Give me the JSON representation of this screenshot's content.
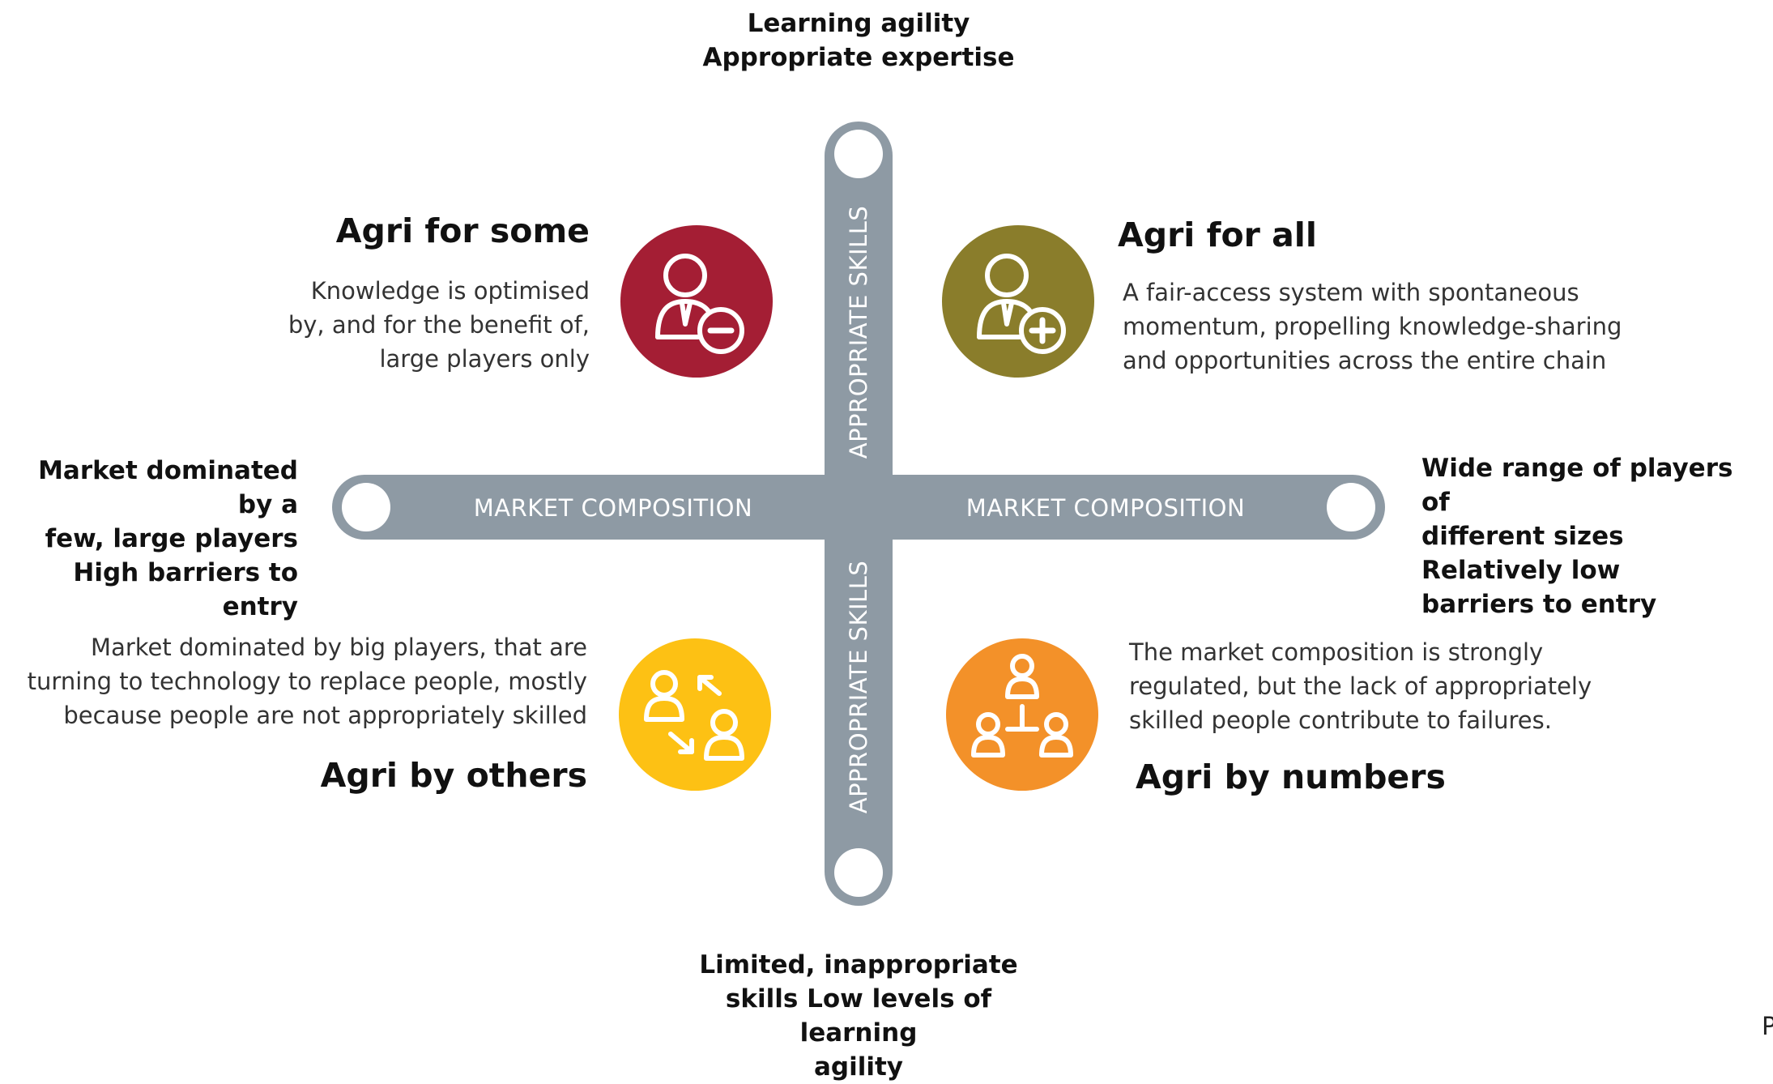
{
  "colors": {
    "axis": "#8e9aa4",
    "axis_end_ring": "#8e9aa4",
    "agri_for_some": "#a41e34",
    "agri_for_all": "#8a7d2b",
    "agri_by_others": "#fdc114",
    "agri_by_numbers": "#f39129",
    "icon": "#ffffff"
  },
  "axes": {
    "vertical_label": "APPROPRIATE SKILLS",
    "horizontal_label": "MARKET COMPOSITION",
    "top_end": [
      "Learning agility",
      "Appropriate expertise"
    ],
    "bottom_end": [
      "Limited, inappropriate",
      "skills Low levels of learning",
      "agility"
    ],
    "left_end": [
      "Market dominated by a",
      "few, large players",
      "High barriers to entry"
    ],
    "right_end": [
      "Wide range of players of",
      "different sizes Relatively low",
      "barriers to entry"
    ]
  },
  "quadrants": {
    "top_left": {
      "title": "Agri for some",
      "description": [
        "Knowledge is optimised",
        "by, and for the benefit of,",
        "large players only"
      ],
      "icon": "person-minus-icon"
    },
    "top_right": {
      "title": "Agri for all",
      "description": [
        "A fair-access system with spontaneous",
        "momentum, propelling knowledge-sharing",
        "and opportunities across the entire chain"
      ],
      "icon": "person-plus-icon"
    },
    "bottom_left": {
      "title": "Agri by others",
      "description": [
        "Market dominated by big players, that are",
        "turning to technology to replace people, mostly",
        "because people are not appropriately skilled"
      ],
      "icon": "people-exchange-icon"
    },
    "bottom_right": {
      "title": "Agri by numbers",
      "description": [
        "The market composition is strongly",
        "regulated, but the lack of appropriately",
        "skilled people contribute to failures."
      ],
      "icon": "people-hierarchy-icon"
    }
  },
  "edge_glyph": "P"
}
